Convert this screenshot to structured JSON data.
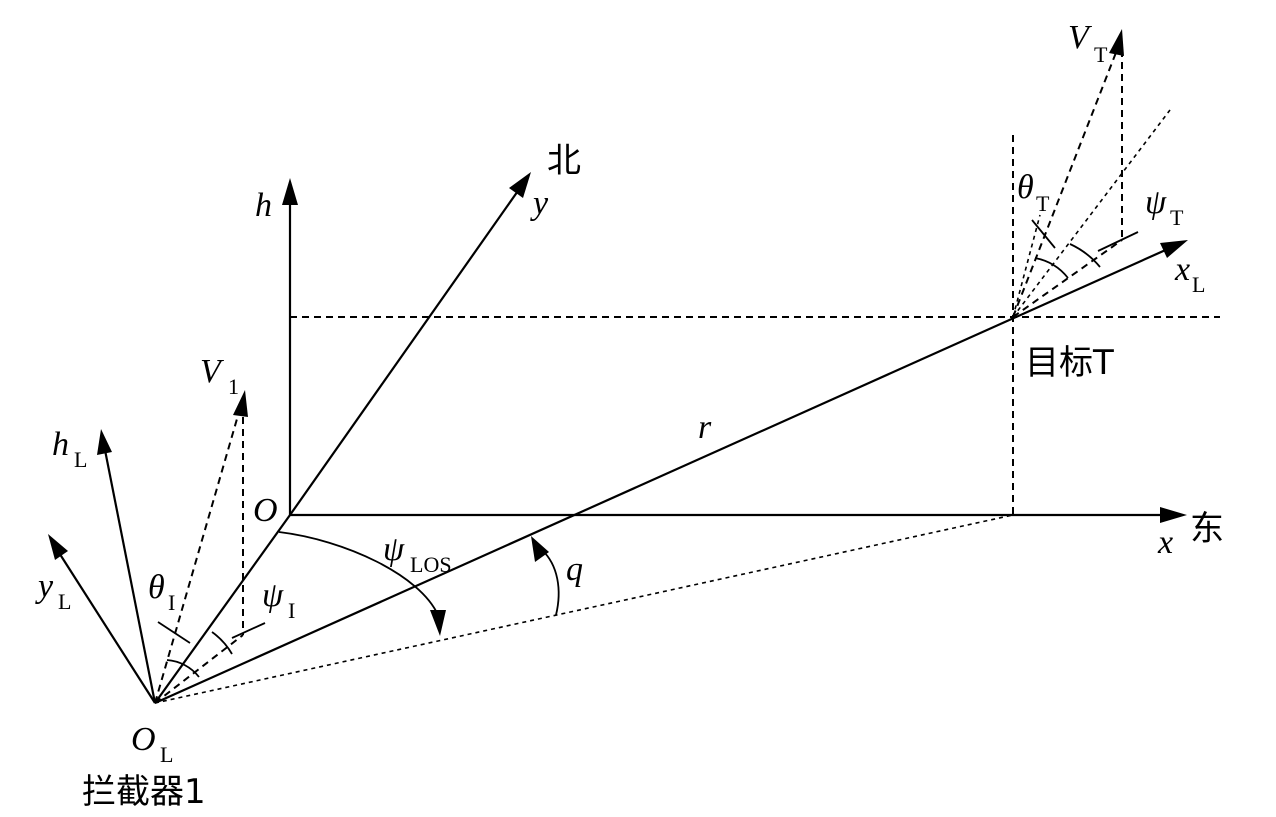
{
  "labels": {
    "h": "h",
    "north": "北",
    "y": "y",
    "O": "O",
    "x": "x",
    "east": "东",
    "r": "r",
    "q": "q",
    "psi_los_main": "ψ",
    "psi_los_sub": "LOS",
    "V1_main": "V",
    "V1_sub": "1",
    "hL_main": "h",
    "hL_sub": "L",
    "yL_main": "y",
    "yL_sub": "L",
    "thetaI_main": "θ",
    "thetaI_sub": "I",
    "psiI_main": "ψ",
    "psiI_sub": "I",
    "OL_main": "O",
    "OL_sub": "L",
    "interceptor": "拦截器1",
    "VT_main": "V",
    "VT_sub": "T",
    "thetaT_main": "θ",
    "thetaT_sub": "T",
    "psiT_main": "ψ",
    "psiT_sub": "T",
    "xL_main": "x",
    "xL_sub": "L",
    "target": "目标T"
  }
}
